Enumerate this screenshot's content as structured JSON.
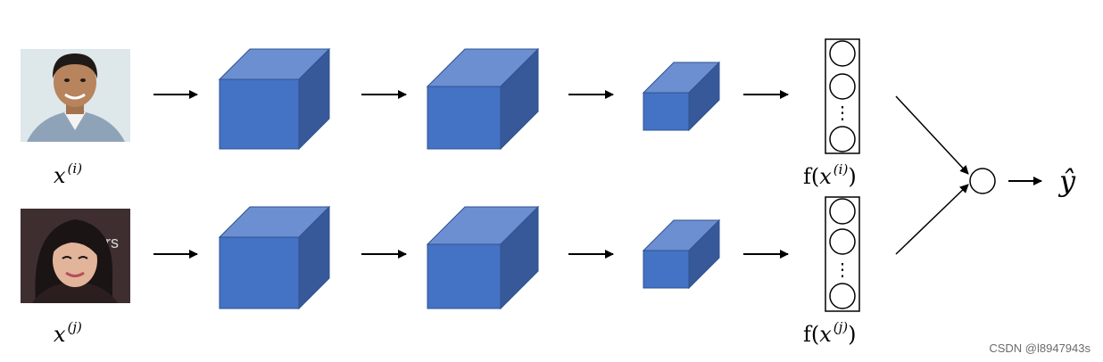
{
  "labels": {
    "input_top": {
      "base": "x",
      "sup": "(i)"
    },
    "input_bottom": {
      "base": "x",
      "sup": "(j)"
    },
    "encoding_top": {
      "prefix": "f(",
      "base": "x",
      "sup": "(i)",
      "suffix": ")"
    },
    "encoding_bottom": {
      "prefix": "f(",
      "base": "x",
      "sup": "(j)",
      "suffix": ")"
    },
    "output": "ŷ",
    "vector_dots": "⋮"
  },
  "watermark": "CSDN @l8947943s",
  "colors": {
    "cube_front": "#4472c4",
    "cube_top": "#6b8fd1",
    "cube_side": "#37599a",
    "cube_edge": "#2f528f"
  },
  "icons": {
    "face_top": "face-photo-man",
    "face_bottom": "face-photo-woman"
  }
}
